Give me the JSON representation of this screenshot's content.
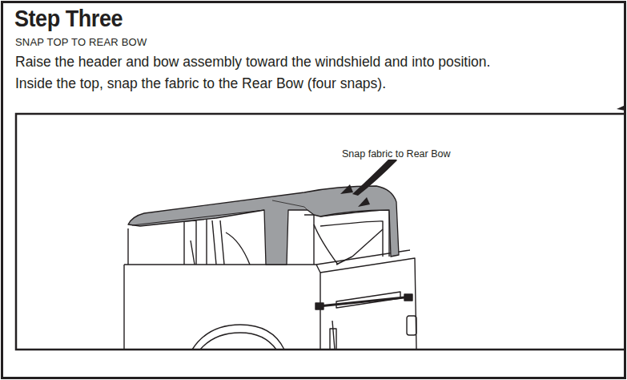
{
  "diagram": {
    "title": "Step Three",
    "labels": [
      "SNAP TOP TO REAR BOW",
      "Raise the header and bow assembly toward the windshield and into position.",
      "Inside the top, snap the fabric to the Rear Bow (four snaps).",
      "Snap fabric to Rear Bow"
    ]
  }
}
